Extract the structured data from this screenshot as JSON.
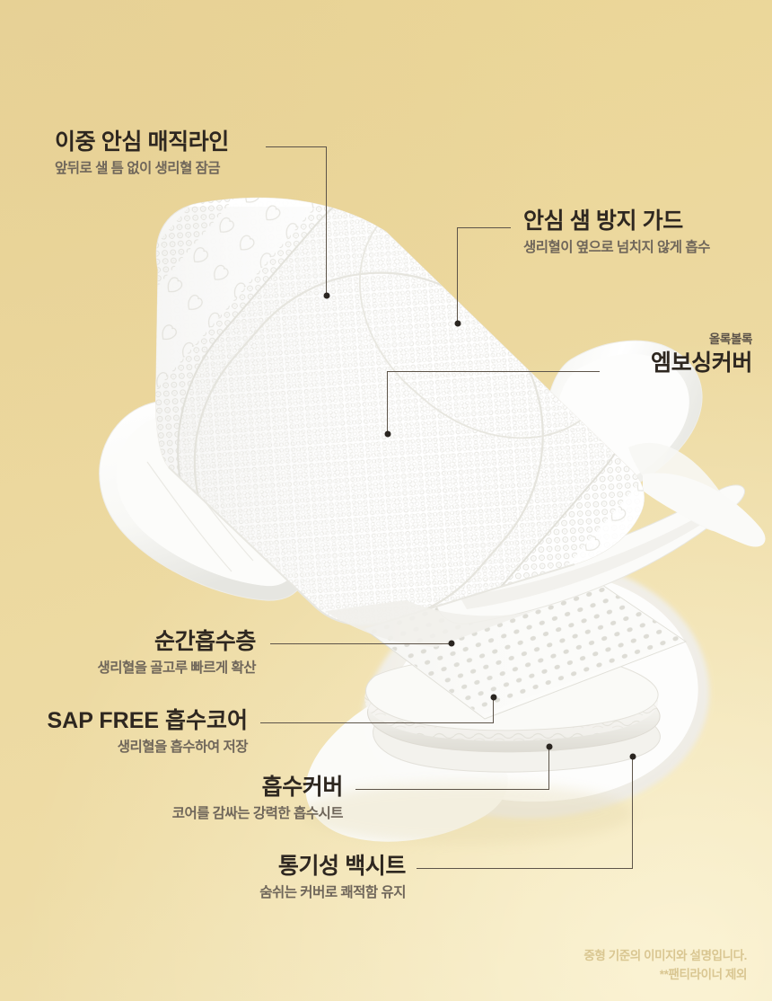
{
  "page": {
    "background_color": "#ecd89e",
    "title_color": "#2e2720",
    "subtitle_color": "#6f665a",
    "leader_color": "#5d5449",
    "product_color": "#ffffff"
  },
  "labels": [
    {
      "id": "double-safe-magic-line",
      "kicker": "",
      "title": "이중 안심 매직라인",
      "subtitle": "앞뒤로 샐 틈 없이 생리혈 잠금",
      "align": "left"
    },
    {
      "id": "leak-guard",
      "kicker": "",
      "title": "안심 샘 방지 가드",
      "subtitle": "생리혈이 옆으로  넘치지 않게 흡수",
      "align": "left"
    },
    {
      "id": "embossing-cover",
      "kicker": "올록볼록",
      "title": "엠보싱커버",
      "subtitle": "",
      "align": "right"
    },
    {
      "id": "instant-absorb-layer",
      "kicker": "",
      "title": "순간흡수층",
      "subtitle": "생리혈을 골고루 빠르게 확산",
      "align": "right"
    },
    {
      "id": "sap-free-core",
      "kicker": "",
      "title": "SAP FREE 흡수코어",
      "subtitle": "생리혈을 흡수하여 저장",
      "align": "right"
    },
    {
      "id": "absorb-cover",
      "kicker": "",
      "title": "흡수커버",
      "subtitle": "코어를 감싸는 강력한 흡수시트",
      "align": "right"
    },
    {
      "id": "breathable-backsheet",
      "kicker": "",
      "title": "통기성 백시트",
      "subtitle": "숨쉬는 커버로 쾌적함 유지",
      "align": "right"
    }
  ],
  "footnote": {
    "line1": "중형 기준의 이미지와 설명입니다.",
    "line2": "**팬티라이너 제외"
  },
  "product": {
    "alt": "레이어가 분해된 생리대 제품 이미지"
  }
}
